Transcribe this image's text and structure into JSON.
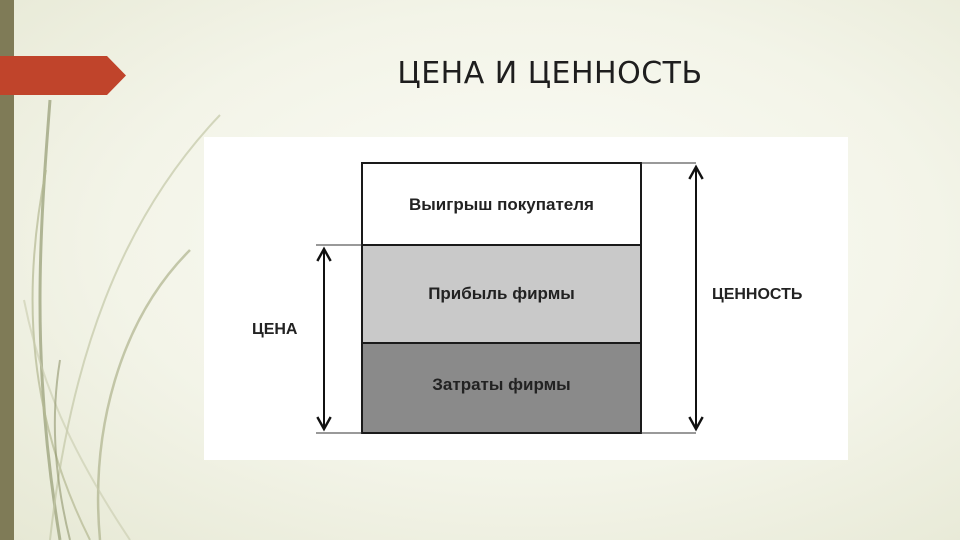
{
  "slide": {
    "title": "ЦЕНА И ЦЕННОСТЬ",
    "accent_color": "#c0442b",
    "bar_color": "#7f7b57"
  },
  "diagram": {
    "blocks": [
      {
        "label": "Выигрыш покупателя",
        "fill": "#ffffff"
      },
      {
        "label": "Прибыль фирмы",
        "fill": "#c9c9c9"
      },
      {
        "label": "Затраты фирмы",
        "fill": "#8a8a8a"
      }
    ],
    "left_measure_label": "ЦЕНА",
    "right_measure_label": "ЦЕННОСТЬ"
  }
}
